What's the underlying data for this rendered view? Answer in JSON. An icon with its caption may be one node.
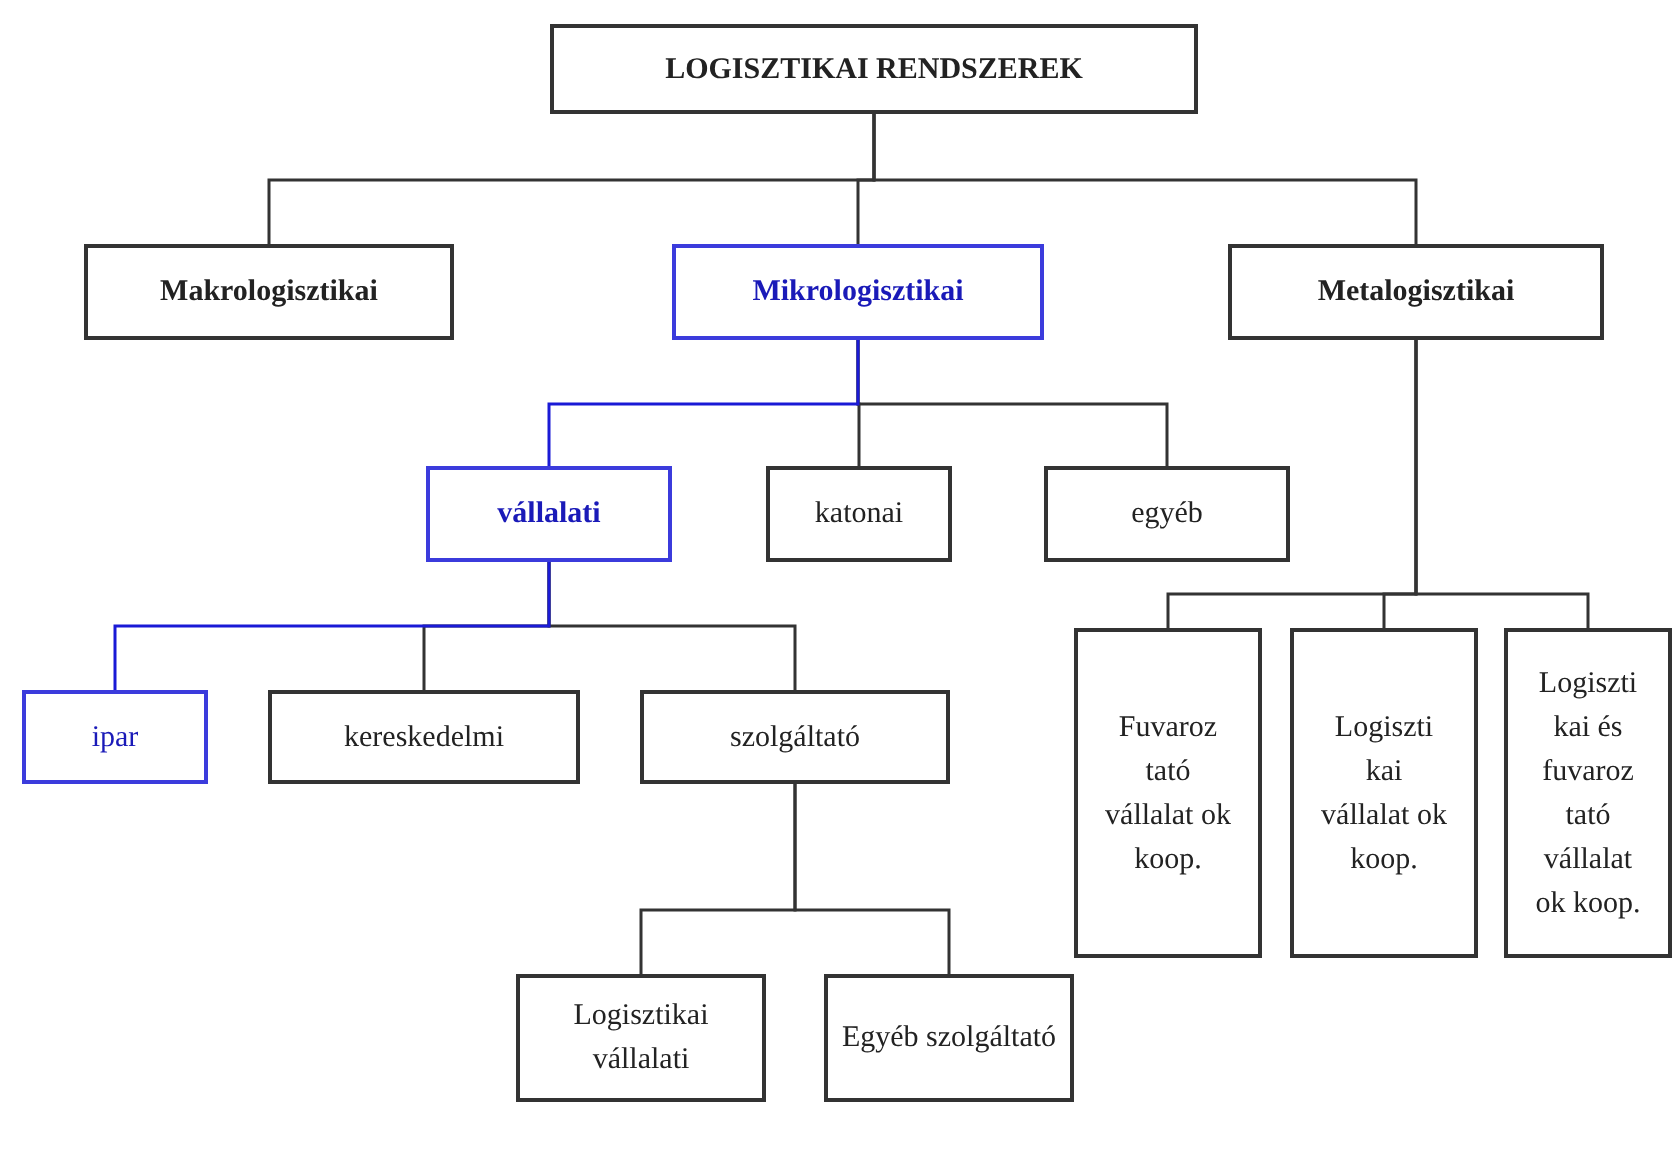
{
  "diagram": {
    "nodes": [
      {
        "text": [
          "LOGISZTIKAI RENDSZEREK"
        ]
      },
      {
        "text": [
          "Makrologisztikai"
        ]
      },
      {
        "text": [
          "Mikrologisztikai"
        ]
      },
      {
        "text": [
          "Metalogisztikai"
        ]
      },
      {
        "text": [
          "vállalati"
        ]
      },
      {
        "text": [
          "katonai"
        ]
      },
      {
        "text": [
          "egyéb"
        ]
      },
      {
        "text": [
          "ipar"
        ]
      },
      {
        "text": [
          "kereskedelmi"
        ]
      },
      {
        "text": [
          "szolgáltató"
        ]
      },
      {
        "text": [
          "Logisztikai vállalati"
        ]
      },
      {
        "text": [
          "Egyéb szolgáltató"
        ]
      },
      {
        "text": [
          "Fuvaroz tató vállalat ok koop."
        ]
      },
      {
        "text": [
          "Logiszti kai vállalat ok koop."
        ]
      },
      {
        "text": [
          "Logiszti kai és fuvaroz tató vállalat ok koop."
        ]
      }
    ],
    "edges": [
      {
        "from": 0,
        "to": 1,
        "arrow": "none"
      },
      {
        "from": 0,
        "to": 2,
        "arrow": "none"
      },
      {
        "from": 0,
        "to": 3,
        "arrow": "none"
      },
      {
        "from": 2,
        "to": 5,
        "arrow": "none"
      },
      {
        "from": 2,
        "to": 6,
        "arrow": "none"
      },
      {
        "from": 2,
        "to": 4,
        "arrow": "none",
        "color": "#1a1ad6"
      },
      {
        "from": 4,
        "to": 8,
        "arrow": "none"
      },
      {
        "from": 4,
        "to": 9,
        "arrow": "none"
      },
      {
        "from": 4,
        "to": 7,
        "arrow": "none",
        "color": "#1a1ad6"
      },
      {
        "from": 9,
        "to": 10,
        "arrow": "none"
      },
      {
        "from": 9,
        "to": 11,
        "arrow": "none"
      },
      {
        "from": 3,
        "to": 12,
        "arrow": "none"
      },
      {
        "from": 3,
        "to": 13,
        "arrow": "none"
      },
      {
        "from": 3,
        "to": 14,
        "arrow": "none"
      }
    ]
  }
}
